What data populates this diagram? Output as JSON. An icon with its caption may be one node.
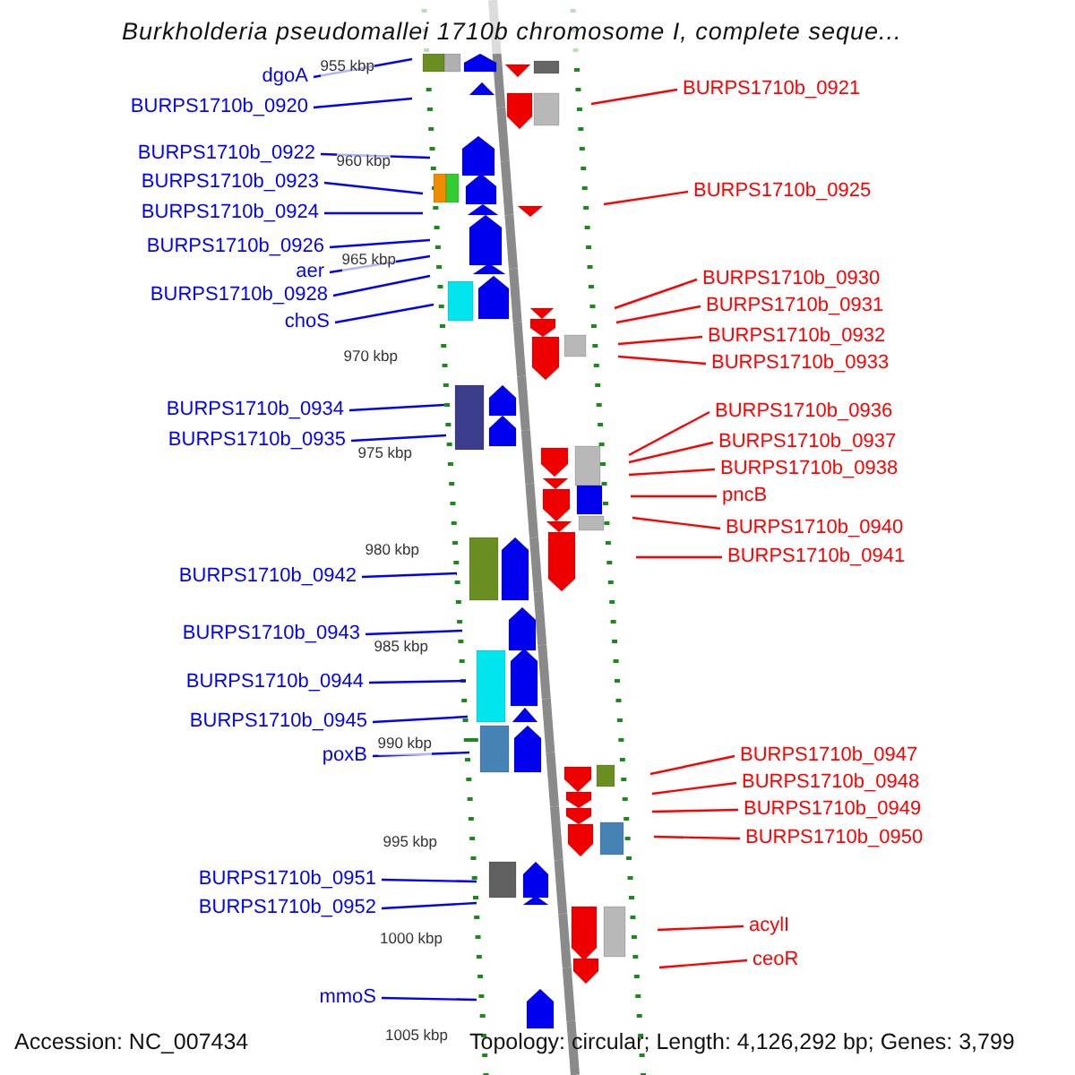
{
  "diagram": {
    "title": "Burkholderia pseudomallei 1710b chromosome I, complete seque...",
    "nodes": [
      {
        "text": [
          "dgoA"
        ]
      },
      {
        "text": [
          "BURPS1710b_0920"
        ]
      },
      {
        "text": [
          "BURPS1710b_0922"
        ]
      },
      {
        "text": [
          "BURPS1710b_0923"
        ]
      },
      {
        "text": [
          "BURPS1710b_0924"
        ]
      },
      {
        "text": [
          "BURPS1710b_0926"
        ]
      },
      {
        "text": [
          "aer"
        ]
      },
      {
        "text": [
          "BURPS1710b_0928"
        ]
      },
      {
        "text": [
          "choS"
        ]
      },
      {
        "text": [
          "BURPS1710b_0934"
        ]
      },
      {
        "text": [
          "BURPS1710b_0935"
        ]
      },
      {
        "text": [
          "BURPS1710b_0942"
        ]
      },
      {
        "text": [
          "BURPS1710b_0943"
        ]
      },
      {
        "text": [
          "BURPS1710b_0944"
        ]
      },
      {
        "text": [
          "BURPS1710b_0945"
        ]
      },
      {
        "text": [
          "poxB"
        ]
      },
      {
        "text": [
          "BURPS1710b_0951"
        ]
      },
      {
        "text": [
          "BURPS1710b_0952"
        ]
      },
      {
        "text": [
          "mmoS"
        ]
      },
      {
        "text": [
          "BURPS1710b_0921"
        ]
      },
      {
        "text": [
          "BURPS1710b_0925"
        ]
      },
      {
        "text": [
          "BURPS1710b_0930"
        ]
      },
      {
        "text": [
          "BURPS1710b_0931"
        ]
      },
      {
        "text": [
          "BURPS1710b_0932"
        ]
      },
      {
        "text": [
          "BURPS1710b_0933"
        ]
      },
      {
        "text": [
          "BURPS1710b_0936"
        ]
      },
      {
        "text": [
          "BURPS1710b_0937"
        ]
      },
      {
        "text": [
          "BURPS1710b_0938"
        ]
      },
      {
        "text": [
          "pncB"
        ]
      },
      {
        "text": [
          "BURPS1710b_0940"
        ]
      },
      {
        "text": [
          "BURPS1710b_0941"
        ]
      },
      {
        "text": [
          "BURPS1710b_0947"
        ]
      },
      {
        "text": [
          "BURPS1710b_0948"
        ]
      },
      {
        "text": [
          "BURPS1710b_0949"
        ]
      },
      {
        "text": [
          "BURPS1710b_0950"
        ]
      },
      {
        "text": [
          "acylI"
        ]
      },
      {
        "text": [
          "ceoR"
        ]
      }
    ],
    "edges": [
      {
        "from": 0,
        "to": null,
        "arrow": "none"
      },
      {
        "from": 1,
        "to": null,
        "arrow": "none"
      },
      {
        "from": 2,
        "to": null,
        "arrow": "none"
      },
      {
        "from": 3,
        "to": null,
        "arrow": "none"
      },
      {
        "from": 4,
        "to": null,
        "arrow": "none"
      },
      {
        "from": 5,
        "to": null,
        "arrow": "none"
      },
      {
        "from": 6,
        "to": null,
        "arrow": "none"
      },
      {
        "from": 7,
        "to": null,
        "arrow": "none"
      },
      {
        "from": 8,
        "to": null,
        "arrow": "none"
      },
      {
        "from": 9,
        "to": null,
        "arrow": "none"
      },
      {
        "from": 10,
        "to": null,
        "arrow": "none"
      },
      {
        "from": 11,
        "to": null,
        "arrow": "none"
      },
      {
        "from": 12,
        "to": null,
        "arrow": "none"
      },
      {
        "from": 13,
        "to": null,
        "arrow": "none"
      },
      {
        "from": 14,
        "to": null,
        "arrow": "none"
      },
      {
        "from": 15,
        "to": null,
        "arrow": "none"
      },
      {
        "from": 16,
        "to": null,
        "arrow": "none"
      },
      {
        "from": 17,
        "to": null,
        "arrow": "none"
      },
      {
        "from": 18,
        "to": null,
        "arrow": "none"
      },
      {
        "from": 19,
        "to": null,
        "arrow": "none",
        "color": "#ff0000"
      },
      {
        "from": 20,
        "to": null,
        "arrow": "none",
        "color": "#ff0000"
      },
      {
        "from": 21,
        "to": null,
        "arrow": "none",
        "color": "#ff0000"
      },
      {
        "from": 22,
        "to": null,
        "arrow": "none",
        "color": "#ff0000"
      },
      {
        "from": 23,
        "to": null,
        "arrow": "none",
        "color": "#ff0000"
      },
      {
        "from": 24,
        "to": null,
        "arrow": "none",
        "color": "#ff0000"
      },
      {
        "from": 25,
        "to": null,
        "arrow": "none",
        "color": "#ff0000"
      },
      {
        "from": 26,
        "to": null,
        "arrow": "none",
        "color": "#ff0000"
      },
      {
        "from": 27,
        "to": null,
        "arrow": "none",
        "color": "#ff0000"
      },
      {
        "from": 28,
        "to": null,
        "arrow": "none",
        "color": "#ff0000"
      },
      {
        "from": 29,
        "to": null,
        "arrow": "none",
        "color": "#ff0000"
      },
      {
        "from": 30,
        "to": null,
        "arrow": "none",
        "color": "#ff0000"
      },
      {
        "from": 31,
        "to": null,
        "arrow": "none",
        "color": "#ff0000"
      },
      {
        "from": 32,
        "to": null,
        "arrow": "none",
        "color": "#ff0000"
      },
      {
        "from": 33,
        "to": null,
        "arrow": "none",
        "color": "#ff0000"
      },
      {
        "from": 34,
        "to": null,
        "arrow": "none",
        "color": "#ff0000"
      },
      {
        "from": 35,
        "to": null,
        "arrow": "none",
        "color": "#ff0000"
      },
      {
        "from": 36,
        "to": null,
        "arrow": "none",
        "color": "#ff0000"
      }
    ],
    "labels": [
      "955 kbp",
      "960 kbp",
      "965 kbp",
      "970 kbp",
      "975 kbp",
      "980 kbp",
      "985 kbp",
      "990 kbp",
      "995 kbp",
      "1000 kbp",
      "1005 kbp",
      "Accession: NC_007434",
      "Topology: circular; Length: 4,126,292 bp; Genes: 3,799"
    ]
  }
}
